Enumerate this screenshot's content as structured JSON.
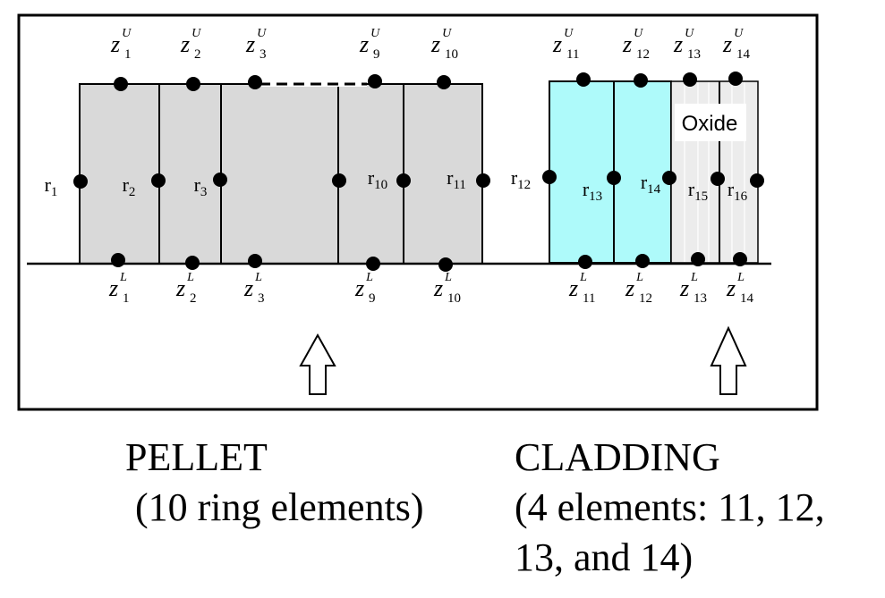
{
  "oxide_label": "Oxide",
  "radial_labels": [
    {
      "base": "r",
      "sub": "1"
    },
    {
      "base": "r",
      "sub": "2"
    },
    {
      "base": "r",
      "sub": "3"
    },
    {
      "base": "r",
      "sub": "10"
    },
    {
      "base": "r",
      "sub": "11"
    },
    {
      "base": "r",
      "sub": "12"
    },
    {
      "base": "r",
      "sub": "13"
    },
    {
      "base": "r",
      "sub": "14"
    },
    {
      "base": "r",
      "sub": "15"
    },
    {
      "base": "r",
      "sub": "16"
    }
  ],
  "upper_labels": [
    {
      "base": "z",
      "sub": "1",
      "sup": "U"
    },
    {
      "base": "z",
      "sub": "2",
      "sup": "U"
    },
    {
      "base": "z",
      "sub": "3",
      "sup": "U"
    },
    {
      "base": "z",
      "sub": "9",
      "sup": "U"
    },
    {
      "base": "z",
      "sub": "10",
      "sup": "U"
    },
    {
      "base": "z",
      "sub": "11",
      "sup": "U"
    },
    {
      "base": "z",
      "sub": "12",
      "sup": "U"
    },
    {
      "base": "z",
      "sub": "13",
      "sup": "U"
    },
    {
      "base": "z",
      "sub": "14",
      "sup": "U"
    }
  ],
  "lower_labels": [
    {
      "base": "z",
      "sub": "1",
      "sup": "L"
    },
    {
      "base": "z",
      "sub": "2",
      "sup": "L"
    },
    {
      "base": "z",
      "sub": "3",
      "sup": "L"
    },
    {
      "base": "z",
      "sub": "9",
      "sup": "L"
    },
    {
      "base": "z",
      "sub": "10",
      "sup": "L"
    },
    {
      "base": "z",
      "sub": "11",
      "sup": "L"
    },
    {
      "base": "z",
      "sub": "12",
      "sup": "L"
    },
    {
      "base": "z",
      "sub": "13",
      "sup": "L"
    },
    {
      "base": "z",
      "sub": "14",
      "sup": "L"
    }
  ],
  "pellet": {
    "line1": "PELLET",
    "line2": " (10 ring elements)",
    "fill": "#d9d9d9"
  },
  "cladding": {
    "line1": "CLADDING",
    "line2": "(4 elements: 11, 12,",
    "line3": "13, and 14)",
    "fill": "#aefafa"
  },
  "oxide_fill": "#ececec",
  "icons": [
    "arrow-up-outline-icon"
  ]
}
